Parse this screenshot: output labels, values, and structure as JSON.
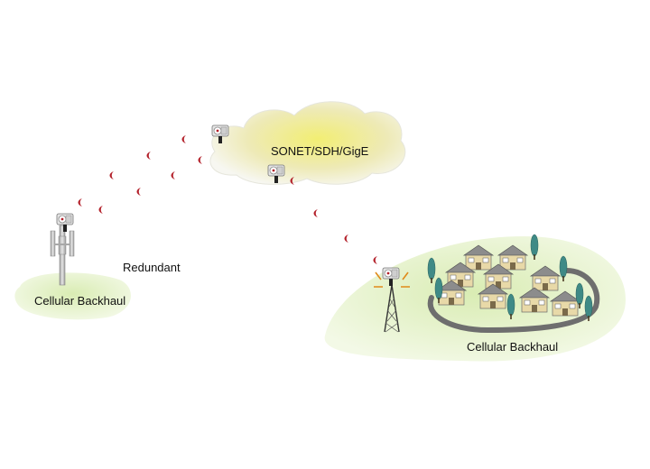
{
  "labels": {
    "network": "SONET/SDH/GigE",
    "redundant": "Redundant",
    "left_site": "Cellular Backhaul",
    "right_site": "Cellular Backhaul"
  },
  "colors": {
    "ground": "#cfe6a6",
    "cloud": "#f5f08a",
    "beam": "#b3202a",
    "roof": "#8c8c8c",
    "house": "#e8d9a8",
    "tree": "#3f8a86",
    "road": "#6e6e6e"
  },
  "icons": [
    "radio-unit-icon",
    "antenna-mast-icon",
    "lattice-tower-icon",
    "houses-icon",
    "tree-icon",
    "cloud-icon"
  ]
}
